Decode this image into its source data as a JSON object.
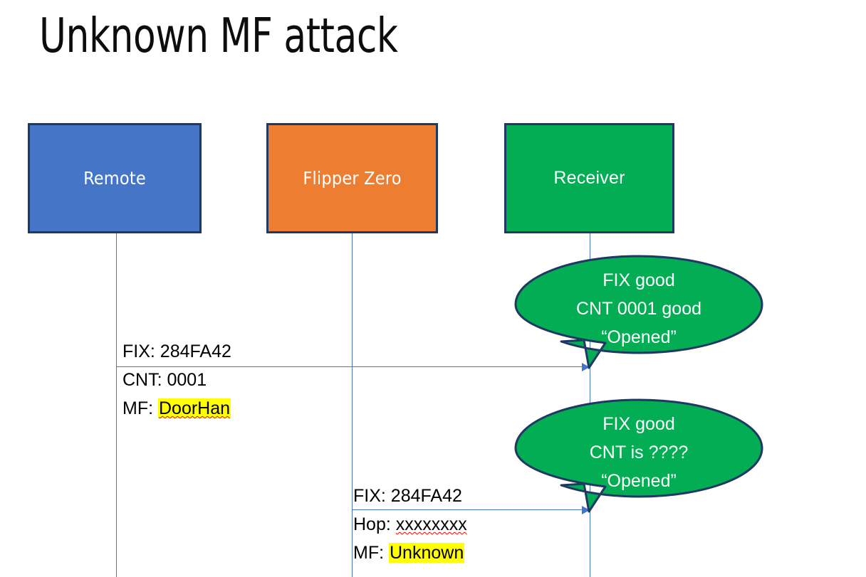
{
  "slide": {
    "title": "Unknown MF attack",
    "background": "#ffffff"
  },
  "colors": {
    "remote_fill": "#4575c6",
    "flipper_fill": "#ed7d31",
    "receiver_fill": "#02ad53",
    "box_border": "#1f3864",
    "lifeline": "#4575c6",
    "arrow": "#4575c6",
    "highlight": "#ffff00",
    "spellcheck_underline": "#ff0000",
    "callout_fill": "#02ad53",
    "callout_border": "#1f3864",
    "callout_text": "#ffffff",
    "title_text": "#0d0d0d",
    "body_text": "#000000"
  },
  "actors": [
    {
      "id": "remote",
      "label": "Remote"
    },
    {
      "id": "flipper",
      "label": "Flipper Zero"
    },
    {
      "id": "receiver",
      "label": "Receiver"
    }
  ],
  "messages": [
    {
      "id": "remote-to-receiver",
      "from": "remote",
      "to": "receiver",
      "lines": [
        {
          "prefix": "FIX: ",
          "value": "284FA42",
          "highlight": false,
          "spellcheck_error": false
        },
        {
          "prefix": "CNT: ",
          "value": "0001",
          "highlight": false,
          "spellcheck_error": false
        },
        {
          "prefix": "MF: ",
          "value": "DoorHan",
          "highlight": true,
          "spellcheck_error": true
        }
      ]
    },
    {
      "id": "flipper-to-receiver",
      "from": "flipper",
      "to": "receiver",
      "lines": [
        {
          "prefix": "FIX: ",
          "value": "284FA42",
          "highlight": false,
          "spellcheck_error": false
        },
        {
          "prefix": "Hop: ",
          "value": "xxxxxxxx",
          "highlight": false,
          "spellcheck_error": true
        },
        {
          "prefix": "MF: ",
          "value": "Unknown",
          "highlight": true,
          "spellcheck_error": false
        }
      ]
    }
  ],
  "callouts": [
    {
      "id": "receiver-response-1",
      "lines": [
        "FIX good",
        "CNT 0001 good",
        "“Opened”"
      ]
    },
    {
      "id": "receiver-response-2",
      "lines": [
        "FIX good",
        "CNT is ????",
        "“Opened”"
      ]
    }
  ]
}
